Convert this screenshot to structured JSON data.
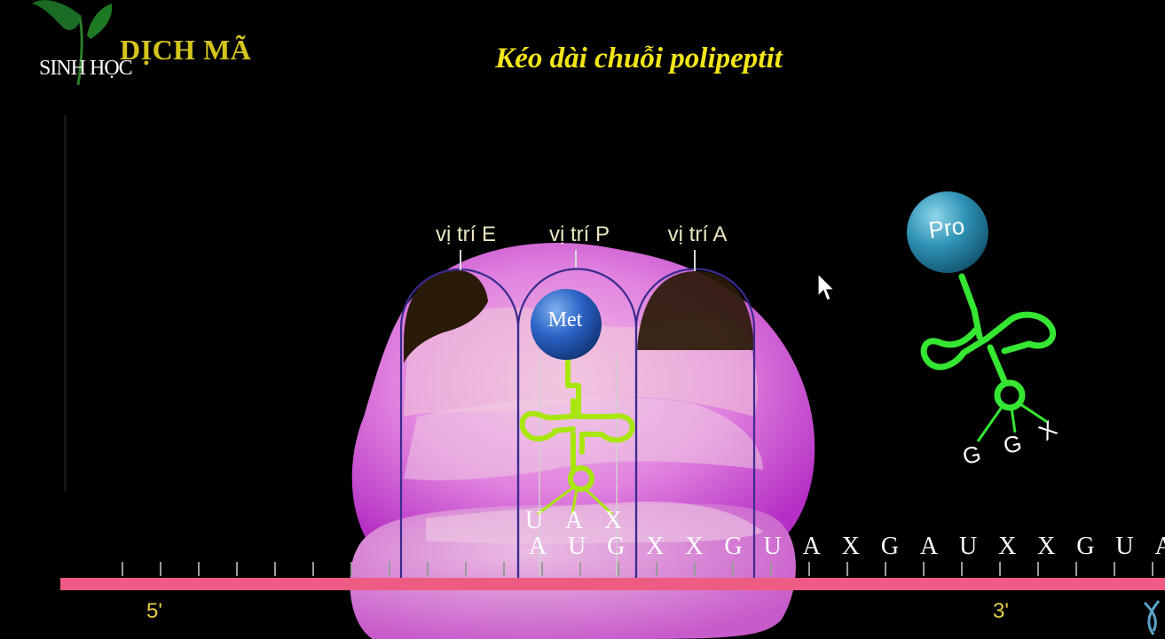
{
  "header": {
    "logo_text": "SINH HỌC",
    "brand_title": "DỊCH MÃ",
    "main_title": "Kéo dài chuỗi polipeptit"
  },
  "diagram": {
    "site_labels": {
      "e": "vị trí E",
      "p": "vị trí P",
      "a": "vị trí A"
    },
    "amino_acids": {
      "bound": "Met",
      "incoming": "Pro"
    },
    "anticodon_bound": [
      "U",
      "A",
      "X"
    ],
    "anticodon_incoming": [
      "G",
      "G",
      "X"
    ],
    "mrna_sequence": [
      "A",
      "U",
      "G",
      "X",
      "X",
      "G",
      "U",
      "A",
      "X",
      "G",
      "A",
      "U",
      "X",
      "X",
      "G",
      "U",
      "A"
    ],
    "end_5": "5'",
    "end_3": "3'"
  },
  "colors": {
    "background": "#000000",
    "title_yellow": "#f2e51a",
    "brand_gold": "#d4c41c",
    "mrna_pink": "#ef5c83",
    "trna_green": "#35e632",
    "trna_lime": "#a8e60e",
    "ribosome_pink": "#e58ae3",
    "site_outline": "#3b2b8e",
    "amino_blue": "#2b63c5",
    "amino_teal": "#2f93b5"
  }
}
